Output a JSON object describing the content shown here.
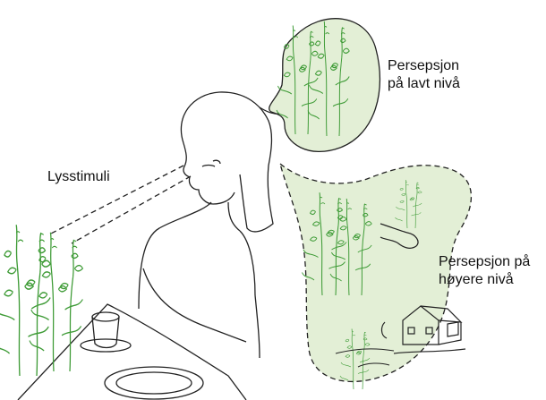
{
  "labels": {
    "light_stimuli": "Lysstimuli",
    "low_level": [
      "Persepsjon",
      "på lavt nivå"
    ],
    "high_level": [
      "Persepsjon på",
      "høyere nivå"
    ]
  },
  "colors": {
    "bubble_fill": "#e3efd6",
    "plant_green": "#4caf3e",
    "line": "#222222"
  },
  "icons": {
    "person": "person-at-table-icon",
    "plant": "fireweed-plant-icon",
    "house": "house-icon",
    "hand": "hand-holding-flowers-icon",
    "cup": "cup-icon",
    "plate": "plate-icon"
  }
}
